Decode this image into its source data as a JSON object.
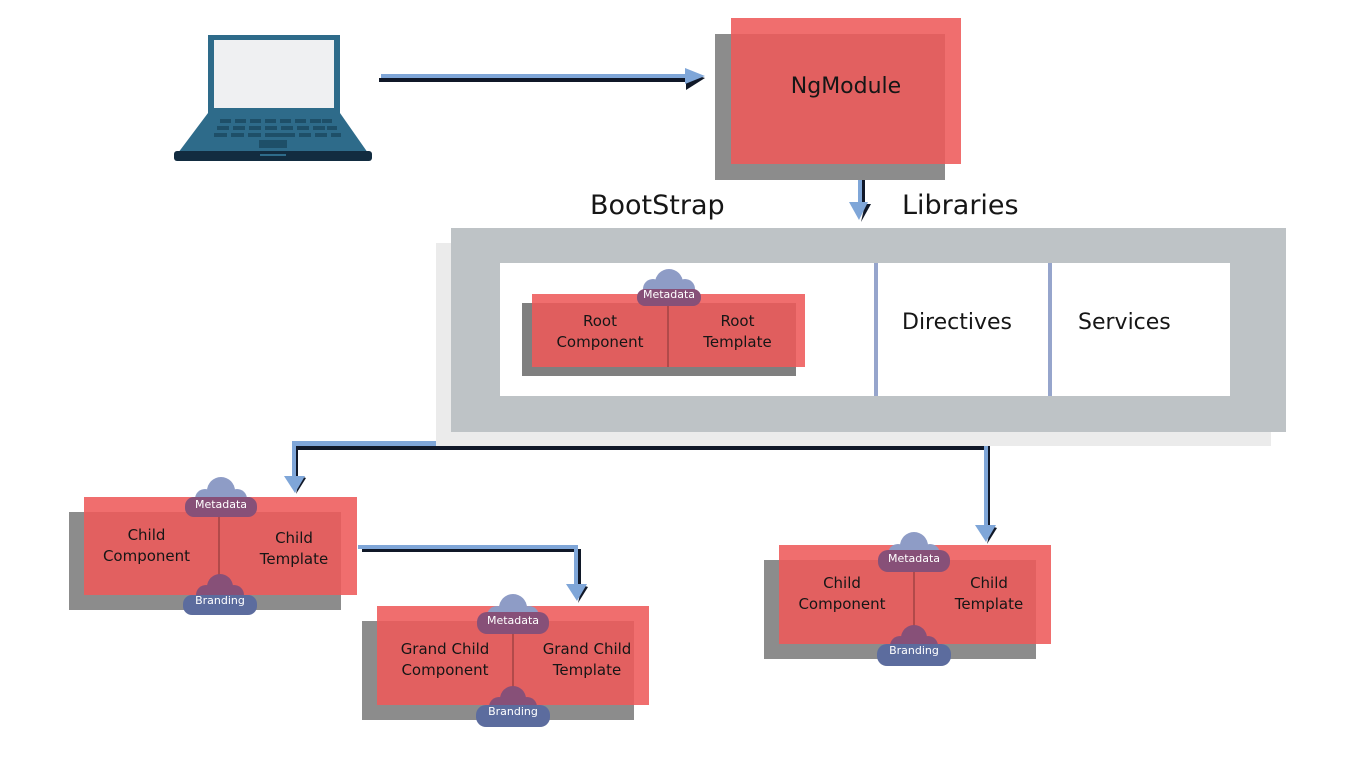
{
  "colors": {
    "red": "#EE5A5A",
    "shadow": "#8C8C8C",
    "arrow_blue": "#7FA6D8",
    "arrow_dark": "#101828",
    "cloud_top": "#8E9CC6",
    "cloud_metadata": "#875078",
    "cloud_branding": "#5C6C9E",
    "panel_gray": "#BEC3C6",
    "laptop": "#2E6B8A"
  },
  "laptop": {
    "icon": "laptop-icon"
  },
  "ngmodule": {
    "label": "NgModule"
  },
  "headings": {
    "bootstrap": "BootStrap",
    "libraries": "Libraries"
  },
  "libraries_panel": {
    "items": [
      "Directives",
      "Services"
    ]
  },
  "root": {
    "component": [
      "Root",
      "Component"
    ],
    "template": [
      "Root",
      "Template"
    ],
    "metadata": "Metadata"
  },
  "child_left": {
    "component": [
      "Child",
      "Component"
    ],
    "template": [
      "Child",
      "Template"
    ],
    "metadata": "Metadata",
    "branding": "Branding"
  },
  "grandchild": {
    "component": [
      "Grand Child",
      "Component"
    ],
    "template": [
      "Grand Child",
      "Template"
    ],
    "metadata": "Metadata",
    "branding": "Branding"
  },
  "child_right": {
    "component": [
      "Child",
      "Component"
    ],
    "template": [
      "Child",
      "Template"
    ],
    "metadata": "Metadata",
    "branding": "Branding"
  }
}
